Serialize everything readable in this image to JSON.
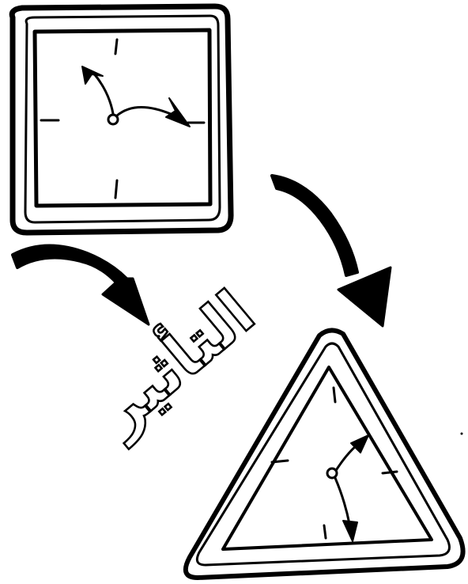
{
  "illustration": {
    "word": "التأثير",
    "ink_color": "#000000",
    "paper_color": "#ffffff",
    "objects": {
      "square_clock": "square-wall-clock",
      "triangle_clock": "triangle-wall-clock",
      "arrows": "curved-arrow-icon"
    }
  }
}
